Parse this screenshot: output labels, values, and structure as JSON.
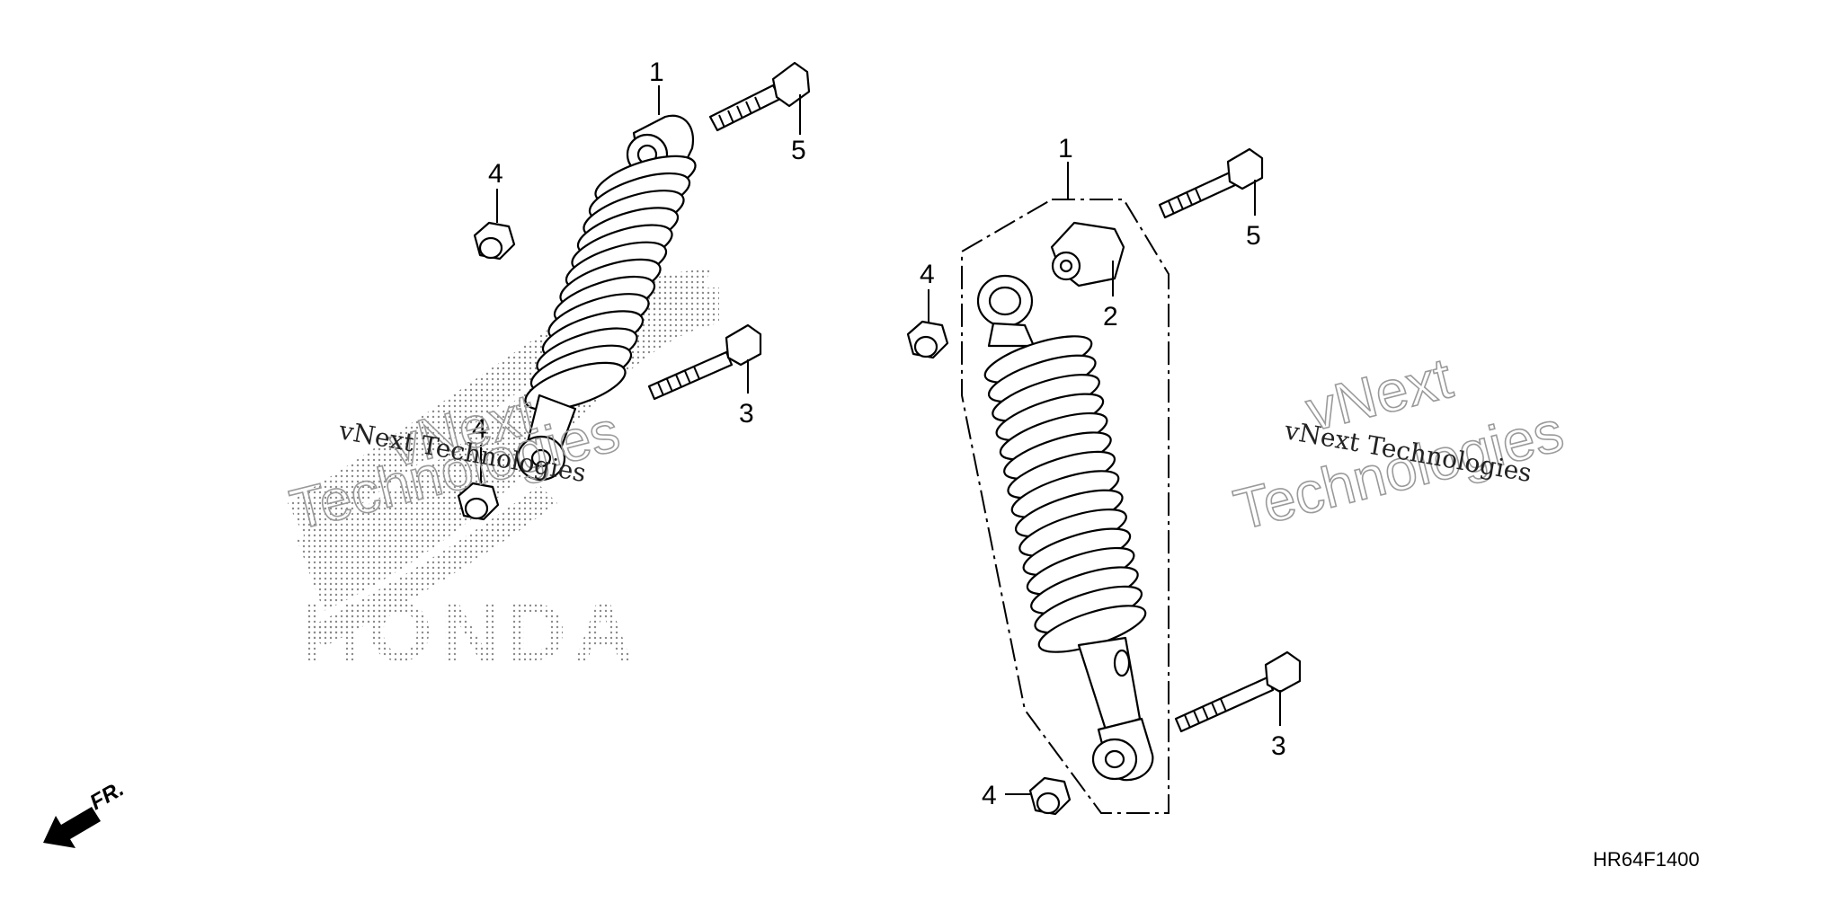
{
  "diagram": {
    "callouts": {
      "left_shock": "1",
      "left_bolt_top": "5",
      "left_nut_top": "4",
      "left_bolt_bottom": "3",
      "left_nut_bottom": "4",
      "right_shock": "1",
      "right_bushing": "2",
      "right_bolt_top": "5",
      "right_nut_top": "4",
      "right_bolt_bottom": "3",
      "right_nut_bottom": "4"
    },
    "direction_label": "FR.",
    "diagram_code": "HR64F1400",
    "brand_logo_text": "HONDA",
    "watermark": {
      "line_small": "vNext Technologies",
      "line_big_1": "vNext",
      "line_big_2": "Technologies"
    }
  },
  "icons": {
    "front_arrow": "arrow-icon",
    "logo": "honda-wing-logo"
  },
  "colors": {
    "line": "#000000",
    "watermark": "#9a9a9a",
    "logo_dots": "#8a8a8a"
  }
}
